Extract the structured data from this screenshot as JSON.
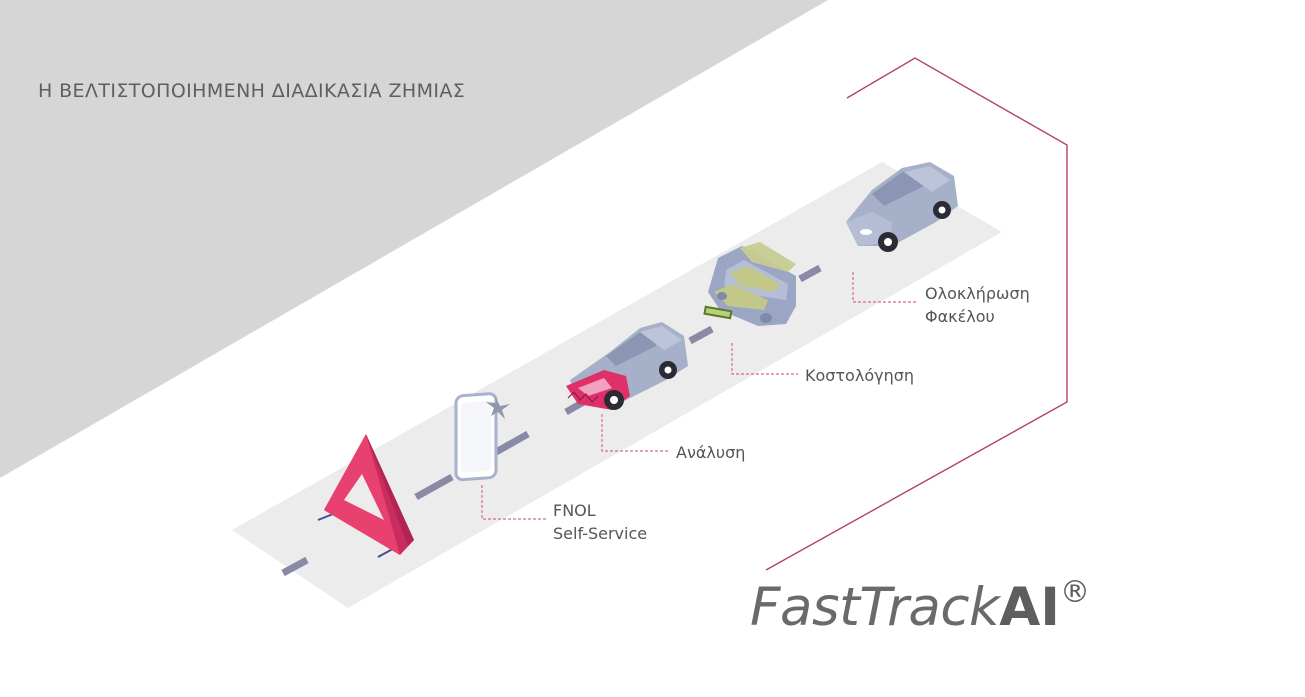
{
  "page": {
    "title": "Η ΒΕΛΤΙΣΤΟΠΟΙΗΜΕΝΗ ΔΙΑΔΙΚΑΣΙΑ ΖΗΜΙΑΣ"
  },
  "steps": [
    {
      "id": "fnol",
      "lines": [
        "FNOL",
        "Self-Service"
      ]
    },
    {
      "id": "analysis",
      "lines": [
        "Ανάλυση"
      ]
    },
    {
      "id": "costing",
      "lines": [
        "Κοστολόγηση"
      ]
    },
    {
      "id": "closure",
      "lines": [
        "Ολοκλήρωση",
        "Φακέλου"
      ]
    }
  ],
  "brand": {
    "name": "FastTrack",
    "suffix": "AI",
    "mark": "®"
  },
  "colors": {
    "accent": "#e0306a",
    "frame": "#b5406e",
    "road": "#ececec",
    "car_body": "#a7b0c9",
    "backdrop": "#d6d6d6",
    "text": "#5f5f5f"
  },
  "icons": {
    "warning_triangle": "warning-triangle-icon",
    "phone": "phone-icon",
    "damaged_car": "damaged-car-icon",
    "bumper_parts": "bumper-parts-icon",
    "repaired_car": "repaired-car-icon"
  }
}
